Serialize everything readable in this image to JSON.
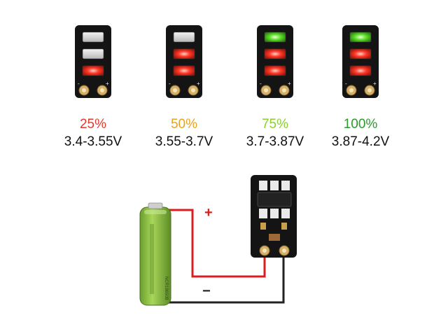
{
  "levels": [
    {
      "percent": "25%",
      "voltage": "3.4-3.55V",
      "color": "#e23b2e",
      "leds": [
        "off",
        "off",
        "red"
      ]
    },
    {
      "percent": "50%",
      "voltage": "3.55-3.7V",
      "color": "#e8a21c",
      "leds": [
        "off",
        "red",
        "red"
      ]
    },
    {
      "percent": "75%",
      "voltage": "3.7-3.87V",
      "color": "#8ccf2e",
      "leds": [
        "green",
        "red",
        "red"
      ]
    },
    {
      "percent": "100%",
      "voltage": "3.87-4.2V",
      "color": "#2a9a2a",
      "leds": [
        "green",
        "red",
        "red"
      ]
    }
  ],
  "wiring": {
    "plus_label": "+",
    "minus_label": "−",
    "plus_wire_color": "#d81e1e",
    "minus_wire_color": "#222222",
    "battery_color": "#8bc34a"
  }
}
